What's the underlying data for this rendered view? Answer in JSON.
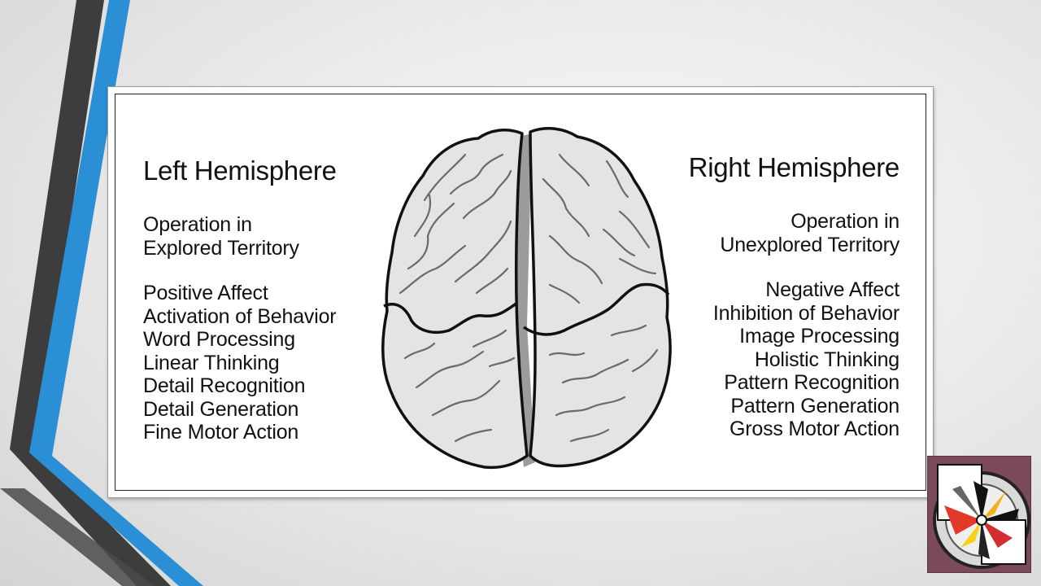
{
  "left_hemisphere": {
    "title": "Left Hemisphere",
    "territory": [
      "Operation in",
      "Explored Territory"
    ],
    "traits": [
      "Positive Affect",
      "Activation of Behavior",
      "Word Processing",
      "Linear Thinking",
      "Detail Recognition",
      "Detail Generation",
      "Fine Motor Action"
    ]
  },
  "right_hemisphere": {
    "title": "Right Hemisphere",
    "territory": [
      "Operation in",
      "Unexplored Territory"
    ],
    "traits": [
      "Negative Affect",
      "Inhibition of Behavior",
      "Image Processing",
      "Holistic Thinking",
      "Pattern Recognition",
      "Pattern Generation",
      "Gross Motor Action"
    ]
  },
  "colors": {
    "stripe_blue": "#2b8fd6",
    "stripe_dark": "#3d3d3d",
    "brain_fill": "#e4e4e6",
    "brain_outline": "#111111",
    "logo_background": "#7a4a5a"
  },
  "icons": {
    "brain": "brain-top-view-illustration",
    "logo": "maps-of-meaning-logo"
  }
}
